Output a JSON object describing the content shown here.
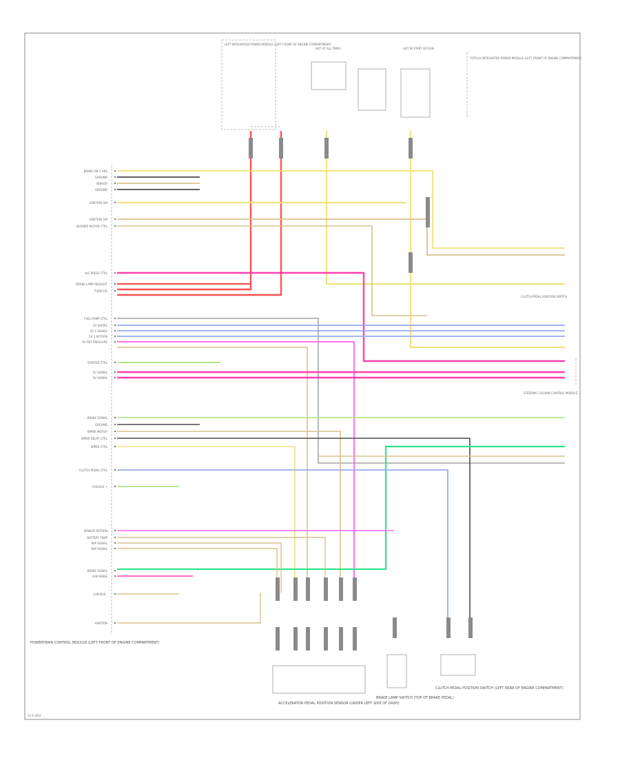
{
  "title_block": {
    "module": "POWERTRAIN CONTROL MODULE (LEFT FRONT OF ENGINE COMPARTMENT)",
    "page_ref": "F2 B 3D/1"
  },
  "top_components": [
    {
      "name": "left_junction",
      "label": "LEFT INTEGRATED POWER MODULE (LEFT FRONT OF ENGINE COMPARTMENT)"
    },
    {
      "name": "fuse_block",
      "label": "HOT AT ALL TIMES"
    },
    {
      "name": "hot_run",
      "label": "HOT IN START OR RUN"
    },
    {
      "name": "ipm_note",
      "label": "TOTALLY INTEGRATED POWER MODULE (LEFT FRONT OF ENGINE COMPARTMENT)"
    }
  ],
  "pin_labels": [
    "BRAKE SW 2 ANS",
    "GROUND",
    "SENSOR",
    "GROUND",
    "IGNITION SW",
    "IGNITION SW",
    "BLOWER MOTOR CTRL",
    "A/C PRESS CTRL",
    "BRAKE LAMP REQUEST",
    "TURN SIG",
    "FUEL PUMP CTRL",
    "5V SUPPLY",
    "5V 2 SIGNAL",
    "5V 3 RETURN",
    "5V RET PRESSURE",
    "STARTER CTRL",
    "5V SIGNAL",
    "5V SIGNAL",
    "BRAKE SIGNAL",
    "GROUND",
    "WIPER MOTOR",
    "WIPER RELAY CTRL",
    "WIPER CTRL",
    "CLUTCH PEDAL CTRL",
    "CAN BUS +",
    "SENSOR RETURN",
    "BATTERY TEMP",
    "WIP SIGNAL",
    "WIP SIGNAL",
    "BRAKE SIGNAL",
    "IGN SENSE",
    "CAN BUS -",
    "IGNITION"
  ],
  "bottom_components": [
    {
      "name": "accelerator_pedal",
      "label": "ACCELERATOR PEDAL POSITION SENSOR (UNDER LEFT SIDE OF DASH)"
    },
    {
      "name": "brake_switch",
      "label": "BRAKE LAMP SWITCH (TOP OF BRAKE PEDAL)"
    },
    {
      "name": "clutch_switch",
      "label": "CLUTCH PEDAL POSITION SWITCH (LEFT REAR OF ENGINE COMPARTMENT)"
    }
  ],
  "right_components": [
    {
      "name": "clutch_relay",
      "label": "CLUTCH PEDAL POSITION SWITCH"
    },
    {
      "name": "steering_module",
      "label": "STEERING COLUMN CONTROL MODULE"
    }
  ],
  "colors": {
    "yellow": "#efe37a",
    "tan": "#d9c28a",
    "red": "#ff4f4f",
    "pink": "#ff3fb0",
    "blue": "#9aa8ef",
    "green": "#2fe38a",
    "gray": "#b0b0b0",
    "dark": "#4a4a4a",
    "lightgreen": "#a8e07a",
    "magenta": "#ff60f0"
  }
}
